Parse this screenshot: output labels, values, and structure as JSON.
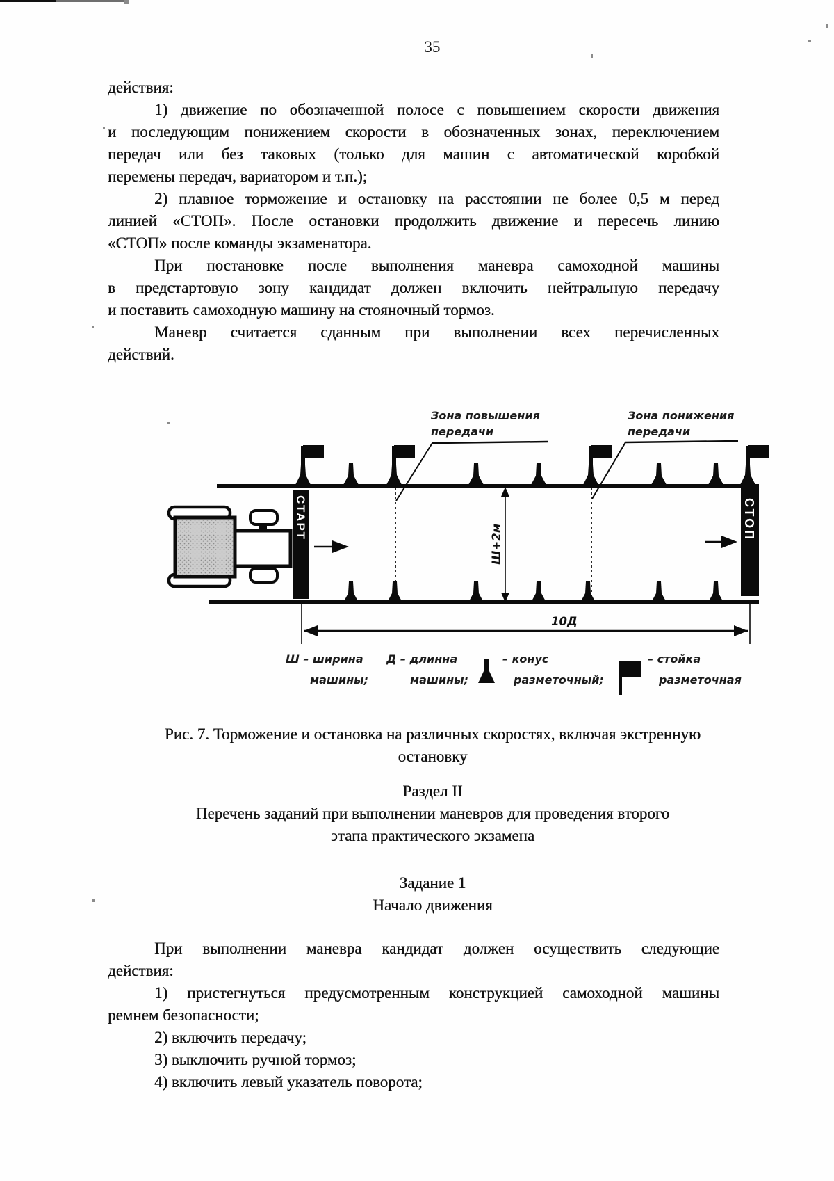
{
  "page_number": "35",
  "body_top": [
    "действия:",
    "1) движение по обозначенной полосе с повышением скорости движения",
    "и последующим понижением скорости в обозначенных зонах, переключением",
    "передач или без таковых (только для машин с автоматической коробкой",
    "перемены передач, вариатором и т.п.);",
    "2) плавное торможение и остановку на расстоянии не более 0,5 м перед",
    "линией «СТОП». После остановки продолжить движение и пересечь линию",
    "«СТОП» после команды экзаменатора.",
    "При постановке после выполнения маневра самоходной машины",
    "в предстартовую зону кандидат должен включить нейтральную передачу",
    "и поставить самоходную машину на стояночный тормоз.",
    "Маневр считается сданным при выполнении всех перечисленных",
    "действий."
  ],
  "figure": {
    "zone_up_label": [
      "Зона повышения",
      "передачи"
    ],
    "zone_down_label": [
      "Зона понижения",
      "передачи"
    ],
    "start_label": "СТАРТ",
    "stop_label": "СТОП",
    "width_dim_label": "Ш+2м",
    "length_dim_label": "10Д",
    "legend": {
      "width": [
        "Ш – ширина",
        "машины;"
      ],
      "length": [
        "Д – длинна",
        "машины;"
      ],
      "cone": [
        "– конус",
        "разметочный;"
      ],
      "post": [
        "– стойка",
        "разметочная"
      ]
    }
  },
  "caption": [
    "Рис. 7. Торможение и остановка на различных скоростях, включая экстренную",
    "остановку"
  ],
  "section": [
    "Раздел II",
    "Перечень заданий при выполнении маневров для проведения второго",
    "этапа практического экзамена"
  ],
  "task": [
    "Задание 1",
    "Начало движения"
  ],
  "body_bottom": [
    "При выполнении маневра кандидат должен осуществить следующие",
    "действия:",
    "1) пристегнуться предусмотренным конструкцией самоходной машины",
    "ремнем безопасности;",
    "2) включить передачу;",
    "3) выключить ручной тормоз;",
    "4) включить левый указатель поворота;"
  ]
}
